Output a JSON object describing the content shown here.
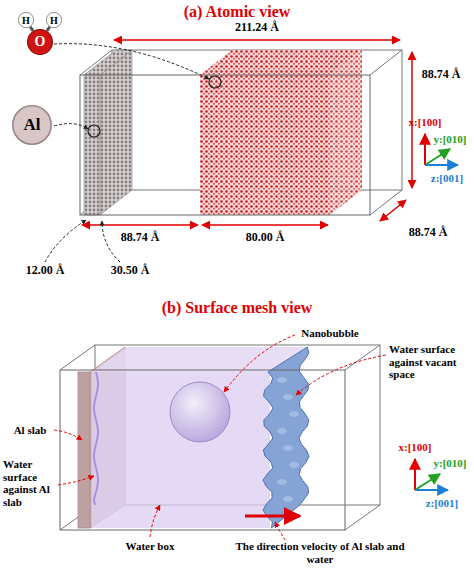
{
  "diagram": {
    "nodes": [
      {
        "text": [
          "H"
        ]
      },
      {
        "text": [
          "O"
        ]
      },
      {
        "text": [
          "H"
        ]
      },
      {
        "text": [
          "Al"
        ]
      }
    ],
    "edges": [
      {
        "from": 1,
        "to": 0,
        "arrow": "none"
      },
      {
        "from": 1,
        "to": 2,
        "arrow": "none"
      }
    ],
    "labels": [
      "(a) Atomic view",
      "211.24 Å",
      "88.74 Å",
      "88.74 Å",
      "80.00 Å",
      "88.74 Å",
      "12.00 Å",
      "30.50 Å",
      "x:[100]",
      "y:[010]",
      "z:[001]",
      "(b) Surface mesh view",
      "Nanobubble",
      "Water surface against vacant space",
      "Al slab",
      "Water surface against Al slab",
      "Water box",
      "The direction velocity of Al slab and water",
      "x:[100]",
      "y:[010]",
      "z:[001]"
    ]
  }
}
